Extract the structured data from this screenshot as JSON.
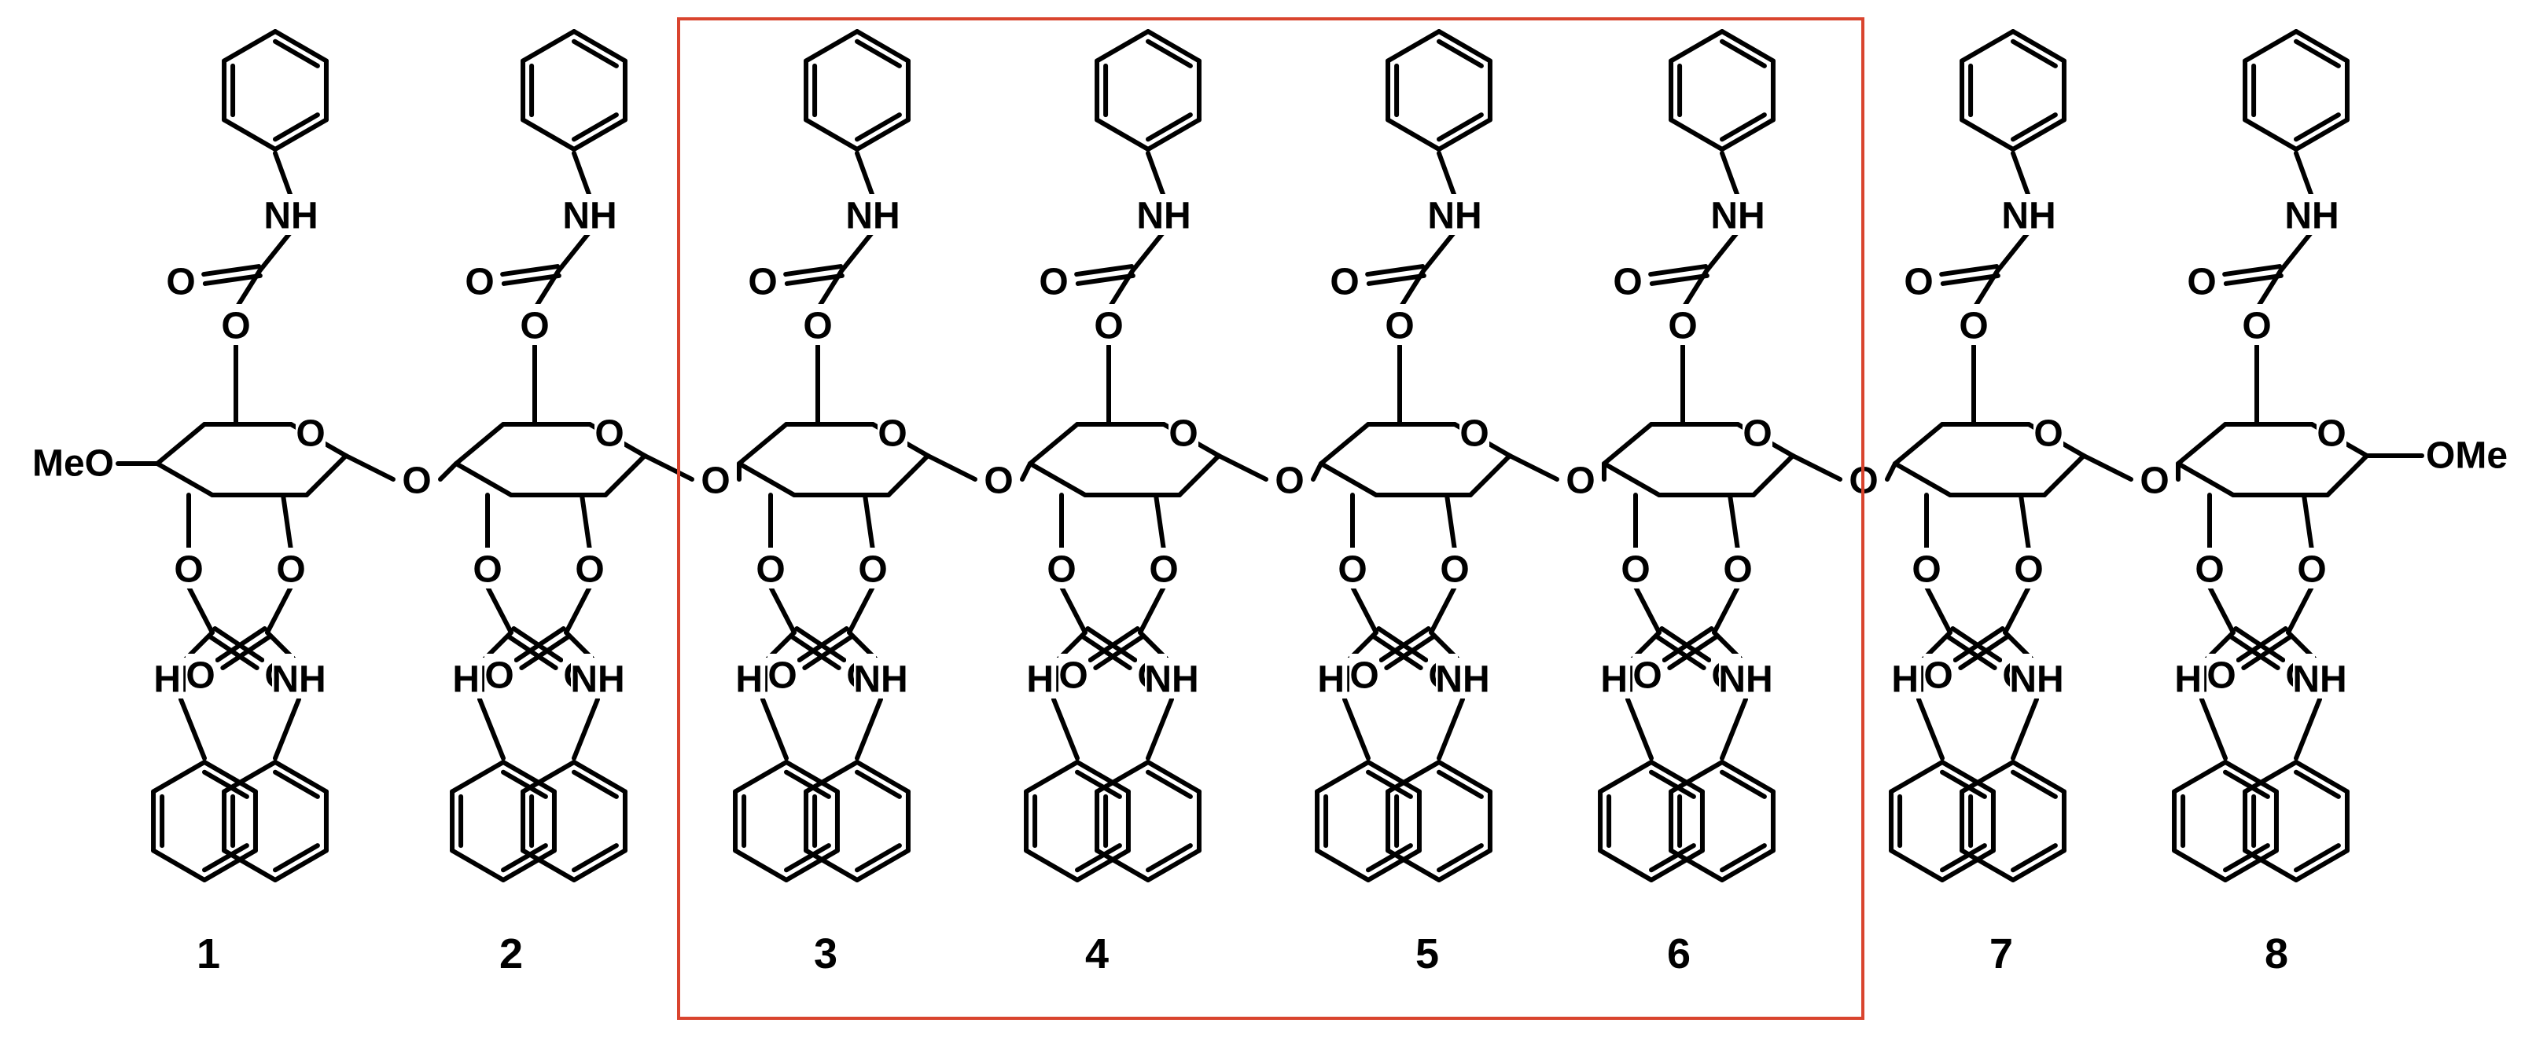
{
  "figure": {
    "atom_labels": {
      "nh": "NH",
      "hn": "HN",
      "o": "O",
      "ome": "OMe",
      "meo": "MeO"
    },
    "unit_labels": [
      "1",
      "2",
      "3",
      "4",
      "5",
      "6",
      "7",
      "8"
    ],
    "highlight_box": {
      "color": "#d9442e",
      "units": [
        "3",
        "4",
        "5",
        "6"
      ]
    },
    "repeat_unit": {
      "ring_type": "pyranose",
      "substituent": "phenylcarbamate",
      "carbamates_per_unit": 3
    },
    "termini": {
      "left": "MeO",
      "right": "OMe"
    }
  }
}
